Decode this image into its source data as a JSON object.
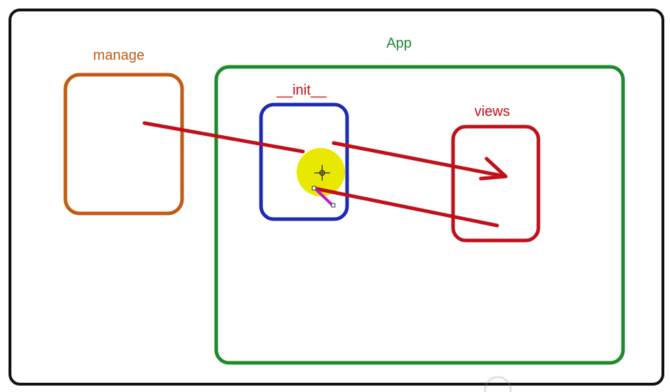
{
  "diagram": {
    "labels": {
      "manage": "manage",
      "app": "App",
      "init": "__init__",
      "views": "views"
    },
    "colors": {
      "frame": "#111111",
      "manage": "#C45A12",
      "app": "#1E8A2E",
      "init": "#1C2BB0",
      "views": "#C0101A",
      "arrow": "#C0101A",
      "cursor_highlight": "#E8E800",
      "cursor_pointer": "#C01CC0"
    },
    "edges": [
      {
        "from": "manage",
        "to": "init"
      },
      {
        "from": "init",
        "to": "views"
      },
      {
        "from": "views",
        "to": "init"
      }
    ]
  }
}
